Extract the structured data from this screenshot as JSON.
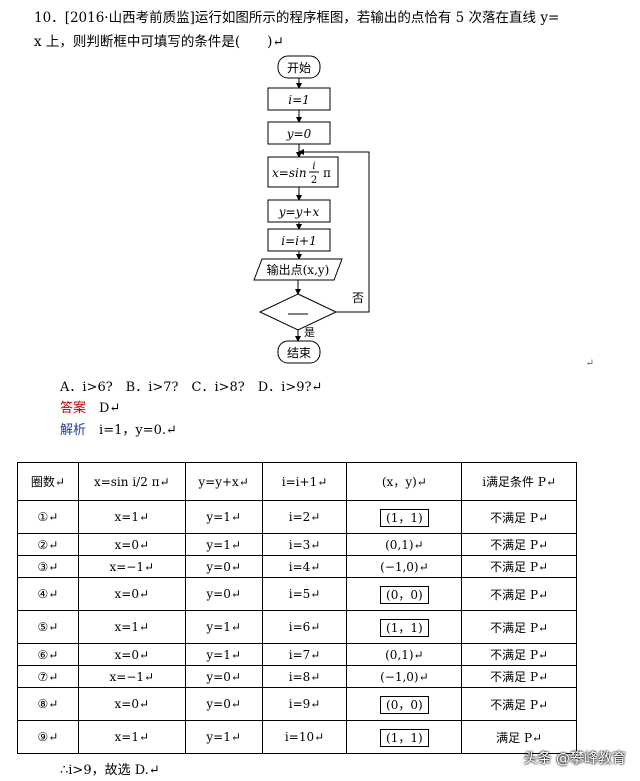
{
  "question": {
    "number": "10．",
    "source": "[2016·山西考前质监]",
    "text1": "运行如图所示的程序框图，若输出的点恰有 5 次落在直线 y=",
    "text2": "x 上，则判断框中可填写的条件是(　　)↵"
  },
  "flowchart": {
    "start": "开始",
    "init_i": "i=1",
    "init_y": "y=0",
    "x_assign": "x=sin",
    "frac_num": "i",
    "frac_den": "2",
    "pi": "π",
    "y_update": "y=y+x",
    "i_update": "i=i+1",
    "output": "输出点(x,y)",
    "no_label": "否",
    "yes_label": "是",
    "end": "结束"
  },
  "choices": "A．i>6?　B．i>7?　C．i>8?　D．i>9?↵",
  "answer": {
    "label": "答案",
    "value": "D↵"
  },
  "analysis": {
    "label": "解析",
    "value": "i=1，y=0.↵"
  },
  "table": {
    "headers": [
      "圈数↵",
      "x=sin i/2 π↵",
      "y=y+x↵",
      "i=i+1↵",
      "(x，y)↵",
      "i满足条件 P↵"
    ],
    "rows": [
      [
        "①↵",
        "x=1↵",
        "y=1↵",
        "i=2↵",
        "(1，1)",
        "不满足 P↵"
      ],
      [
        "②↵",
        "x=0↵",
        "y=1↵",
        "i=3↵",
        "(0,1)↵",
        "不满足 P↵"
      ],
      [
        "③↵",
        "x=−1↵",
        "y=0↵",
        "i=4↵",
        "(−1,0)↵",
        "不满足 P↵"
      ],
      [
        "④↵",
        "x=0↵",
        "y=0↵",
        "i=5↵",
        "(0，0)",
        "不满足 P↵"
      ],
      [
        "⑤↵",
        "x=1↵",
        "y=1↵",
        "i=6↵",
        "(1，1)",
        "不满足 P↵"
      ],
      [
        "⑥↵",
        "x=0↵",
        "y=1↵",
        "i=7↵",
        "(0,1)↵",
        "不满足 P↵"
      ],
      [
        "⑦↵",
        "x=−1↵",
        "y=0↵",
        "i=8↵",
        "(−1,0)↵",
        "不满足 P↵"
      ],
      [
        "⑧↵",
        "x=0↵",
        "y=0↵",
        "i=9↵",
        "(0，0)",
        "不满足 P↵"
      ],
      [
        "⑨↵",
        "x=1↵",
        "y=1↵",
        "i=10↵",
        "(1，1)",
        "满足 P↵"
      ]
    ],
    "boxed_rows": [
      0,
      3,
      4,
      7,
      8
    ]
  },
  "conclusion": "∴i>9，故选 D.↵",
  "watermark": "头条 @攀峰教育"
}
